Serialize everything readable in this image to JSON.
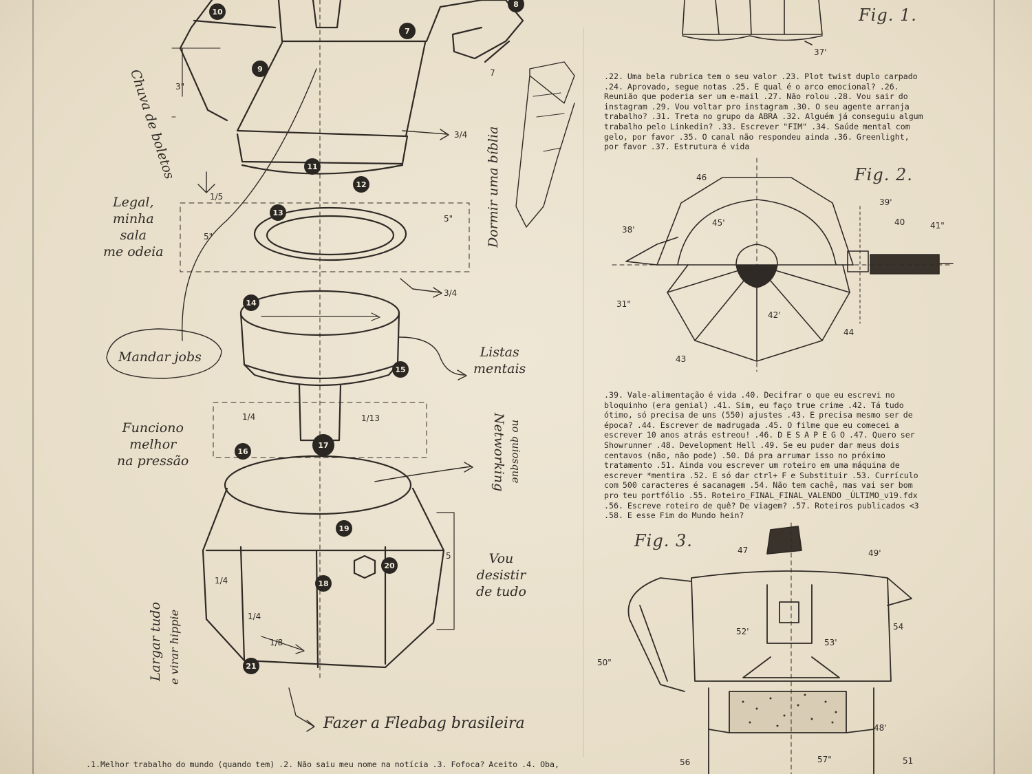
{
  "figures": {
    "fig1": "Fig. 1.",
    "fig2": "Fig. 2.",
    "fig3": "Fig. 3."
  },
  "text_blocks": {
    "block1": ".22. Uma bela rubrica tem o seu valor .23. Plot twist duplo carpado .24. Aprovado, segue notas .25. E qual é o arco emocional? .26. Reunião que poderia ser um e-mail .27. Não rolou .28. Vou sair do instagram .29. Vou voltar pro instagram .30. O seu agente arranja trabalho? .31. Treta no grupo da ABRA .32. Alguém já conseguiu algum trabalho pelo Linkedin? .33. Escrever \"FIM\" .34. Saúde mental com gelo, por favor .35. O canal não respondeu ainda .36. Greenlight, por favor .37. Estrutura é vida",
    "block2": ".39. Vale-alimentação é vida .40. Decifrar o que eu escrevi no bloquinho (era genial) .41. Sim, eu faço true crime .42. Tá tudo ótimo, só precisa de uns (550) ajustes .43. E precisa mesmo ser de época? .44. Escrever de madrugada .45. O filme que eu comecei a escrever 10 anos atrás estreou! .46. D E S A P E G O .47. Quero ser Showrunner .48. Development Hell .49. Se eu puder dar meus dois centavos (não, não pode) .50. Dá pra arrumar isso no próximo tratamento .51. Ainda vou escrever um roteiro em uma máquina de escrever *mentira .52. E só dar ctrl+ F e Substituir .53. Currículo com 500 caracteres é sacanagem .54. Não tem cachê, mas vai ser bom pro teu portfólio .55. Roteiro_FINAL_FINAL_VALENDO _ÚLTIMO_v19.fdx .56. Escreve roteiro de quê? De viagem? .57. Roteiros publicados <3 .58. E esse Fim do Mundo hein?",
    "block3": ".1.Melhor trabalho do mundo (quando tem) .2. Não saiu meu nome na notícia .3. Fofoca? Aceito .4. Oba,"
  },
  "handwritten": {
    "chuva": "Chuva de boletos",
    "legal": "Legal,\nminha\nsala\nme odeia",
    "mandar": "Mandar jobs",
    "listas": "Listas\nmentais",
    "funciono": "Funciono\nmelhor\nna pressão",
    "networking": "Networking",
    "networking2": "no quiosque",
    "desistir": "Vou\ndesistir\nde tudo",
    "largar": "Largar tudo",
    "largar2": "e virar hippie",
    "fleabag": "Fazer a Fleabag brasileira",
    "bible": "Dormir uma bíblia"
  },
  "callouts": [
    "10",
    "8",
    "7",
    "9",
    "11",
    "12",
    "13",
    "14",
    "15",
    "16",
    "17",
    "18",
    "19",
    "20",
    "21"
  ],
  "measurements": [
    "3\"",
    "5\"",
    "5\"",
    "3/4",
    "1/5",
    "3/4",
    "1/4",
    "1/13",
    "5",
    "1/4",
    "1/8",
    "1/4",
    "7"
  ],
  "part_numbers": {
    "fig1": [
      "37'"
    ],
    "fig2": [
      "46",
      "39'",
      "40",
      "41\"",
      "38'",
      "45'",
      "31\"",
      "42'",
      "44",
      "43"
    ],
    "fig3": [
      "47",
      "49'",
      "52'",
      "53'",
      "54",
      "50\"",
      "48'",
      "56",
      "57\"",
      "51"
    ]
  },
  "colors": {
    "paper": "#ece3d0",
    "ink": "#2b2723",
    "callout": "#2a2622"
  }
}
